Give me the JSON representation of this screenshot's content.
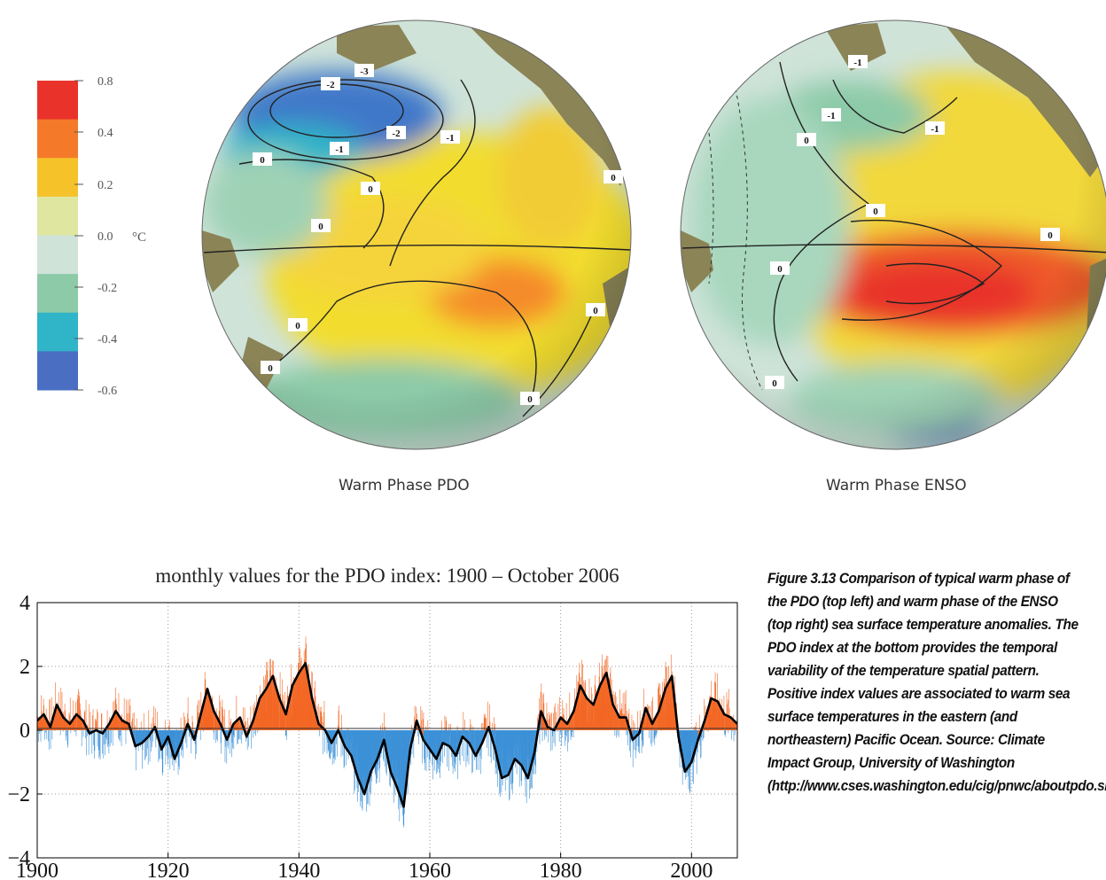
{
  "colorbar": {
    "ticks": [
      "0.8",
      "0.4",
      "0.2",
      "0.0",
      "-0.2",
      "-0.4",
      "-0.6"
    ],
    "unit": "°C",
    "colors": [
      "#e8322a",
      "#f47a2a",
      "#f5c22a",
      "#dfe6a0",
      "#cfe3d9",
      "#8ccaa8",
      "#2fb4c8",
      "#4a6fc2"
    ]
  },
  "maps": [
    {
      "name": "Warm Phase PDO",
      "contour_labels": [
        "-3",
        "-2",
        "-2",
        "-1",
        "-1",
        "0",
        "0",
        "0",
        "0",
        "0",
        "0",
        "0",
        "0"
      ]
    },
    {
      "name": "Warm Phase ENSO",
      "contour_labels": [
        "-1",
        "-1",
        "-1",
        "0",
        "0",
        "0",
        "0",
        "0"
      ]
    }
  ],
  "chart_data": {
    "type": "bar",
    "title": "monthly values for the PDO index: 1900 – October 2006",
    "xlim": [
      1900,
      2007
    ],
    "ylim": [
      -4,
      4
    ],
    "xticks": [
      1900,
      1920,
      1940,
      1960,
      1980,
      2000
    ],
    "yticks": [
      -4,
      -2,
      0,
      2,
      4
    ],
    "ytick_labels": [
      "−4",
      "−2",
      "0",
      "2",
      "4"
    ],
    "grid": true,
    "colors": {
      "positive": "#f26522",
      "negative": "#3a8fd6",
      "smoothed": "#000000"
    },
    "smoothed_series": {
      "x": [
        1900,
        1901,
        1902,
        1903,
        1904,
        1905,
        1906,
        1907,
        1908,
        1909,
        1910,
        1911,
        1912,
        1913,
        1914,
        1915,
        1916,
        1917,
        1918,
        1919,
        1920,
        1921,
        1922,
        1923,
        1924,
        1925,
        1926,
        1927,
        1928,
        1929,
        1930,
        1931,
        1932,
        1933,
        1934,
        1935,
        1936,
        1937,
        1938,
        1939,
        1940,
        1941,
        1942,
        1943,
        1944,
        1945,
        1946,
        1947,
        1948,
        1949,
        1950,
        1951,
        1952,
        1953,
        1954,
        1955,
        1956,
        1957,
        1958,
        1959,
        1960,
        1961,
        1962,
        1963,
        1964,
        1965,
        1966,
        1967,
        1968,
        1969,
        1970,
        1971,
        1972,
        1973,
        1974,
        1975,
        1976,
        1977,
        1978,
        1979,
        1980,
        1981,
        1982,
        1983,
        1984,
        1985,
        1986,
        1987,
        1988,
        1989,
        1990,
        1991,
        1992,
        1993,
        1994,
        1995,
        1996,
        1997,
        1998,
        1999,
        2000,
        2001,
        2002,
        2003,
        2004,
        2005,
        2006,
        2007
      ],
      "y": [
        0.3,
        0.5,
        0.1,
        0.8,
        0.4,
        0.2,
        0.5,
        0.3,
        -0.1,
        0.0,
        -0.1,
        0.2,
        0.6,
        0.3,
        0.2,
        -0.5,
        -0.4,
        -0.2,
        0.1,
        -0.6,
        -0.2,
        -0.9,
        -0.4,
        0.2,
        -0.3,
        0.5,
        1.3,
        0.6,
        0.2,
        -0.3,
        0.2,
        0.4,
        -0.2,
        0.3,
        1.0,
        1.3,
        1.7,
        1.0,
        0.5,
        1.4,
        1.8,
        2.1,
        1.0,
        0.2,
        0.0,
        -0.4,
        0.0,
        -0.5,
        -0.8,
        -1.5,
        -2.0,
        -1.3,
        -0.9,
        -0.3,
        -1.3,
        -1.8,
        -2.4,
        -0.6,
        0.3,
        -0.3,
        -0.6,
        -0.9,
        -0.4,
        -0.5,
        -0.8,
        -0.2,
        -0.4,
        -0.8,
        -0.4,
        0.1,
        -0.6,
        -1.5,
        -1.4,
        -0.9,
        -1.1,
        -1.5,
        -0.7,
        0.6,
        0.1,
        0.0,
        0.4,
        0.2,
        0.6,
        1.4,
        1.0,
        0.8,
        1.4,
        1.8,
        0.8,
        0.4,
        0.4,
        -0.3,
        -0.1,
        0.7,
        0.2,
        0.6,
        1.3,
        1.7,
        -0.2,
        -1.3,
        -1.0,
        -0.3,
        0.3,
        1.0,
        0.9,
        0.5,
        0.4,
        0.2
      ]
    }
  }
}
